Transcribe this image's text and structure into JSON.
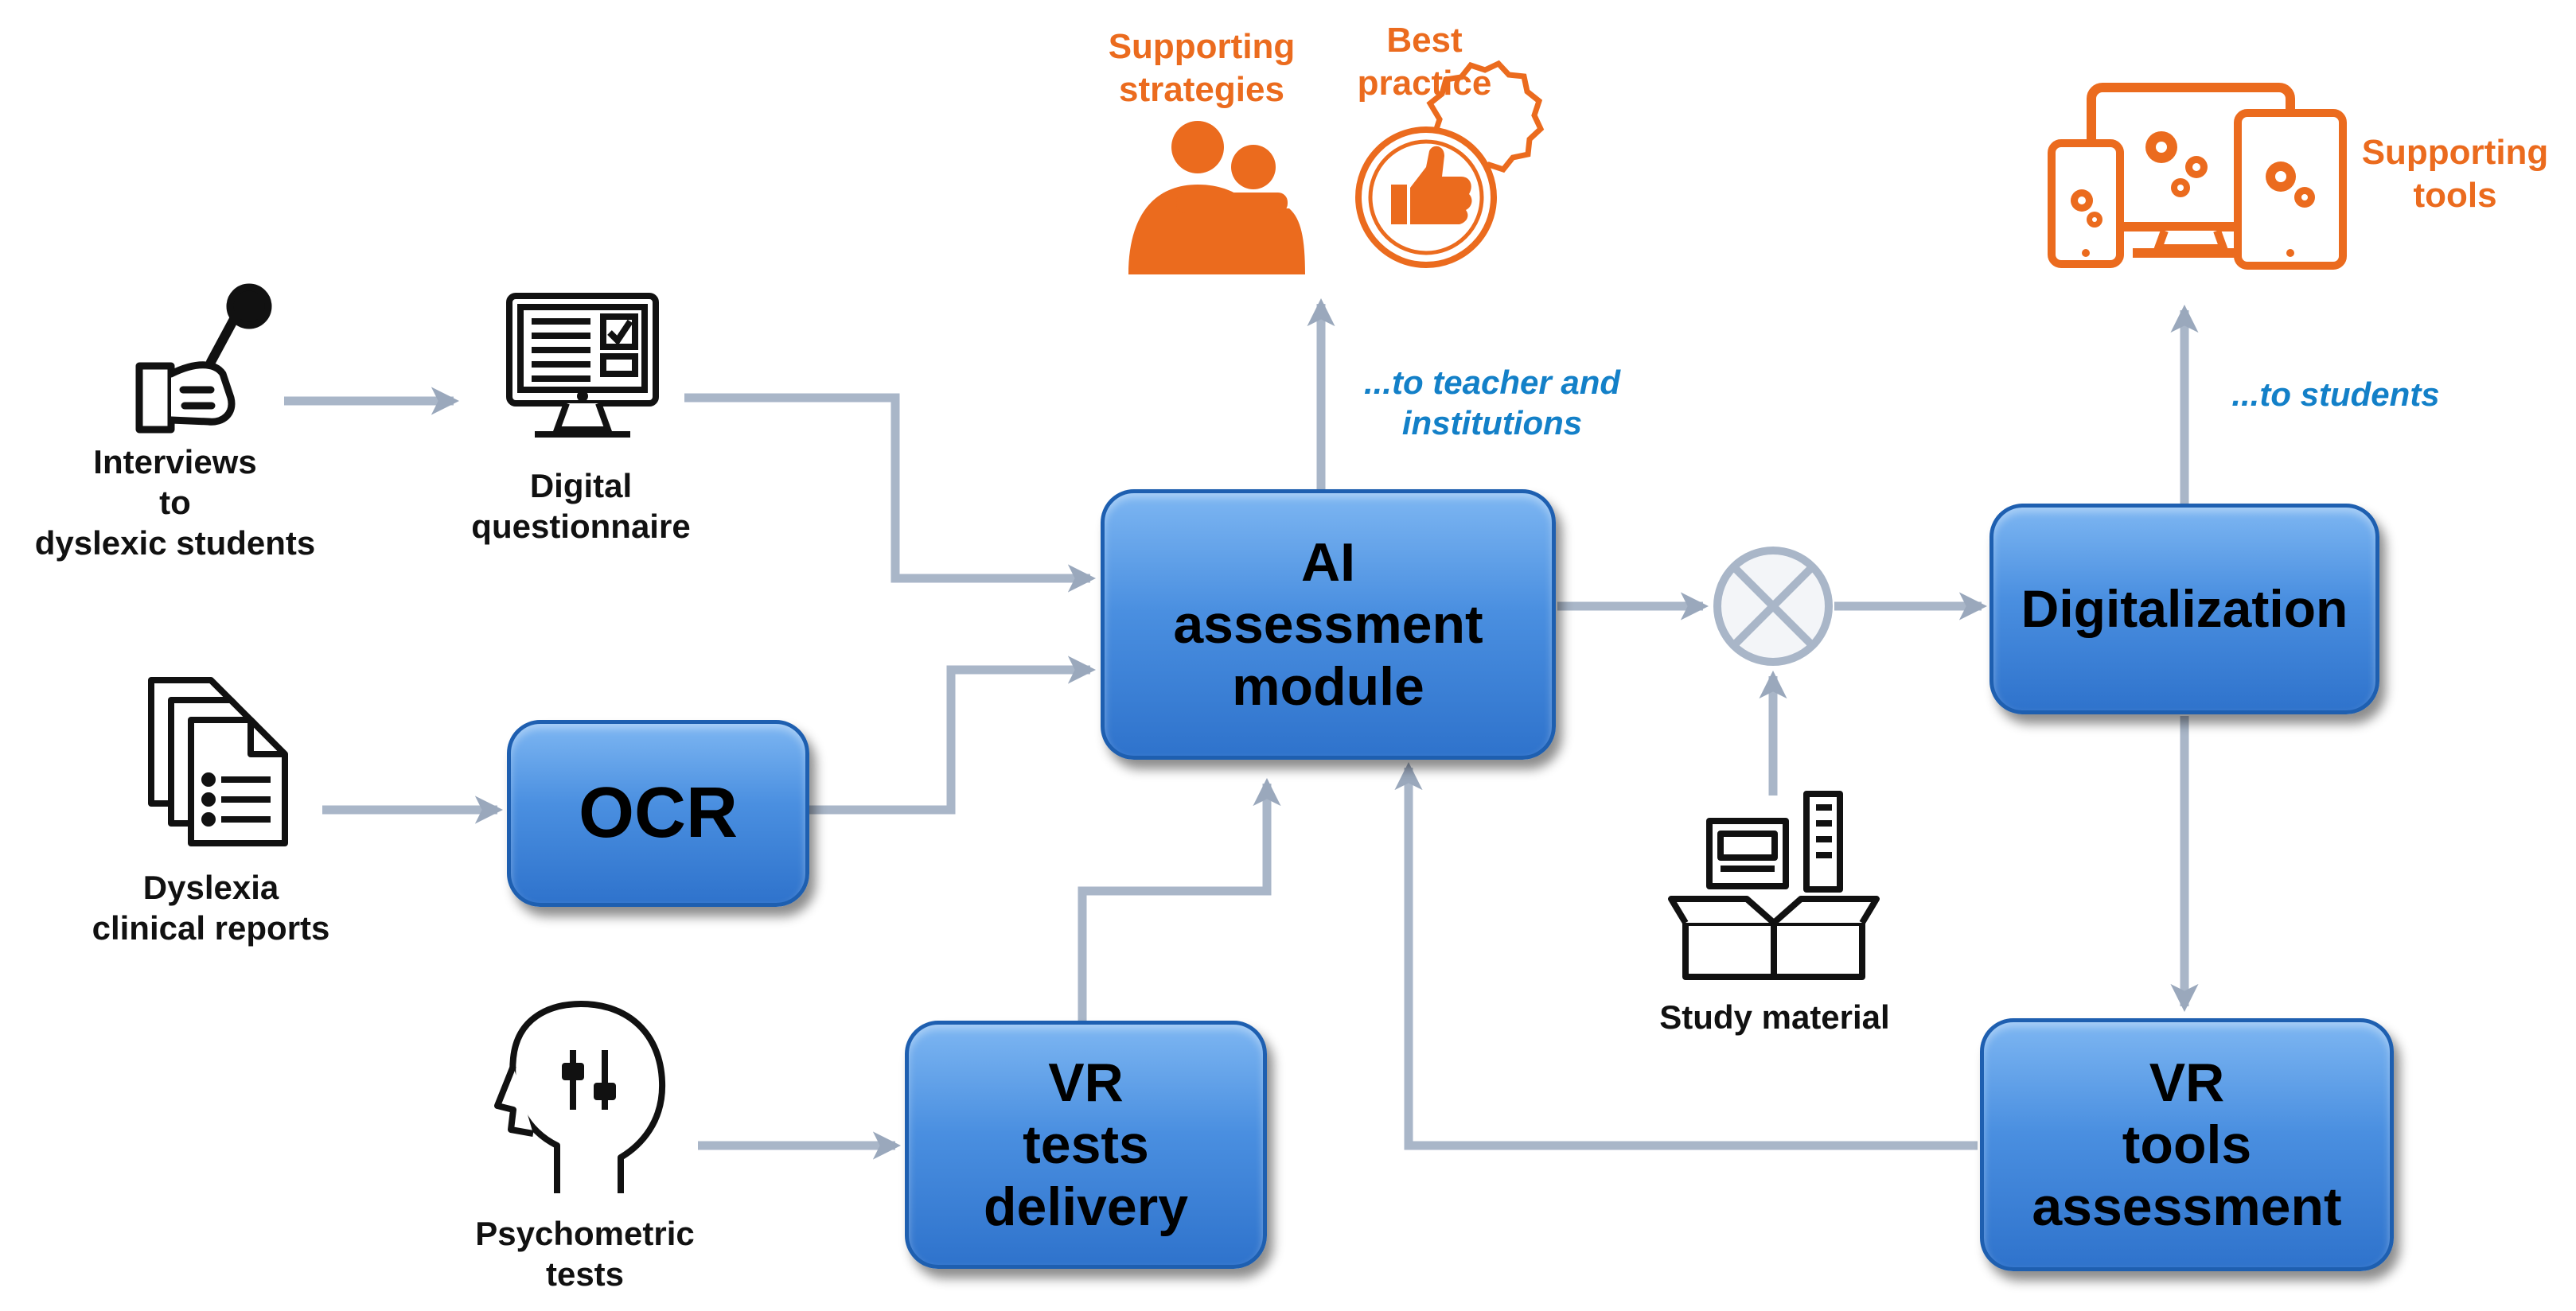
{
  "nodes": {
    "ai_module": "AI\nassessment\nmodule",
    "ocr": "OCR",
    "vr_tests": "VR\ntests\ndelivery",
    "digitalization": "Digitalization",
    "vr_tools": "VR\ntools\nassessment"
  },
  "labels": {
    "interviews": "Interviews\nto\ndyslexic students",
    "questionnaire": "Digital\nquestionnaire",
    "clinical_reports": "Dyslexia\nclinical reports",
    "psychometric": "Psychometric\ntests",
    "study_material": "Study material",
    "supporting_strategies": "Supporting\nstrategies",
    "best_practice": "Best\npractice",
    "supporting_tools": "Supporting\ntools",
    "to_teacher": "...to teacher and\ninstitutions",
    "to_students": "...to students"
  },
  "icons": {
    "interviews": "microphone-hand-icon",
    "questionnaire": "computer-form-icon",
    "clinical_reports": "documents-stack-icon",
    "psychometric": "head-sliders-icon",
    "study_material": "box-books-icon",
    "strategies": "people-support-icon",
    "best_practice": "thumbs-up-badge-icon",
    "tools": "devices-gears-icon",
    "combiner": "circle-cross-icon"
  },
  "colors": {
    "box_fill": "#4A8FE0",
    "arrow": "#A9B6C8",
    "accent_orange": "#EB6B1E",
    "accent_blue": "#1380C8"
  }
}
